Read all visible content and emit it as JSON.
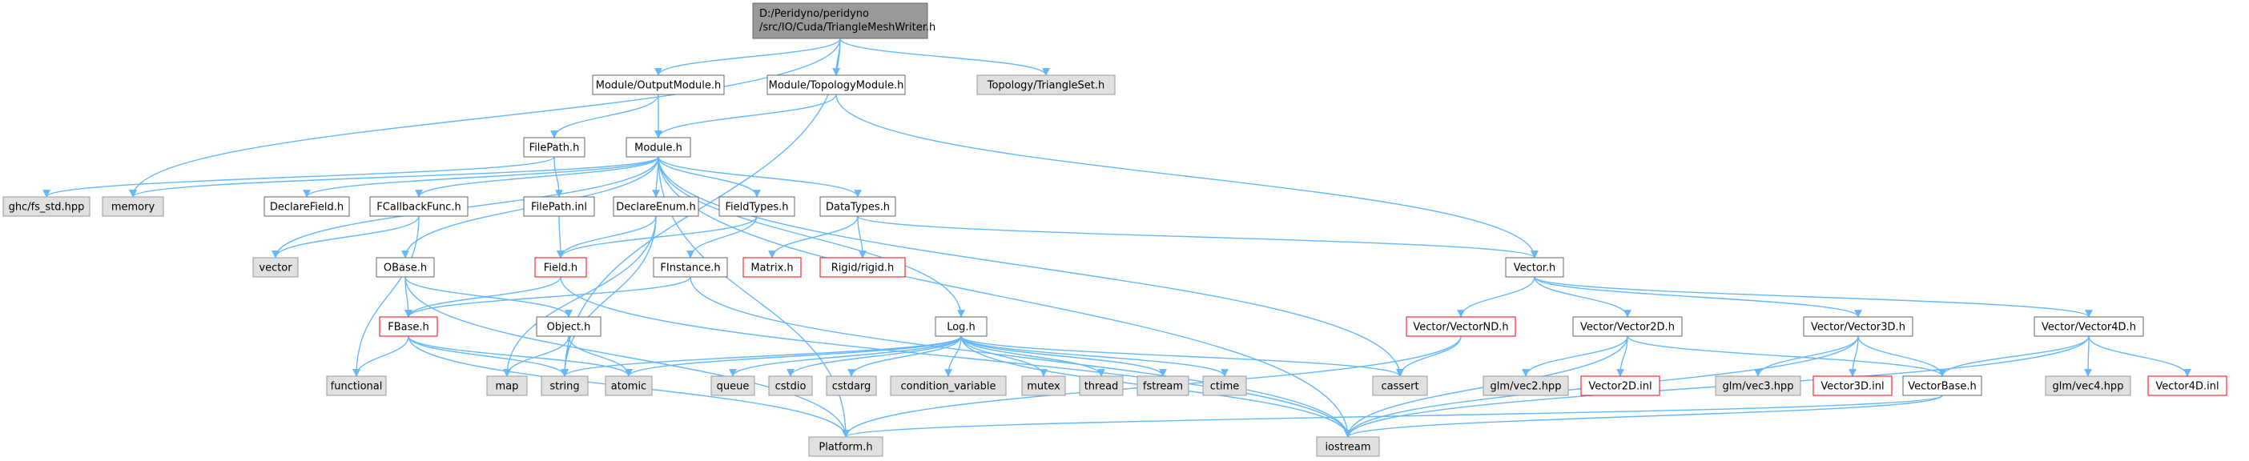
{
  "colors": {
    "edge": "#63b8ff",
    "box_white_fill": "#ffffff",
    "box_white_border": "#666666",
    "box_gray_fill": "#e0e0e0",
    "box_gray_border": "#999999",
    "box_red_border": "#ff0000",
    "box_root_fill": "#999999",
    "box_root_border": "#666666"
  },
  "nodes": [
    {
      "id": "root",
      "label": "D:/Peridyno/peridyno\n/src/IO/Cuda/TriangleMeshWriter.h",
      "style": "root"
    },
    {
      "id": "outputmodule",
      "label": "Module/OutputModule.h",
      "style": "white"
    },
    {
      "id": "topologymodule",
      "label": "Module/TopologyModule.h",
      "style": "white"
    },
    {
      "id": "triangleset",
      "label": "Topology/TriangleSet.h",
      "style": "gray"
    },
    {
      "id": "filepath_h",
      "label": "FilePath.h",
      "style": "white"
    },
    {
      "id": "module_h",
      "label": "Module.h",
      "style": "white"
    },
    {
      "id": "ghc_fs",
      "label": "ghc/fs_std.hpp",
      "style": "gray"
    },
    {
      "id": "memory",
      "label": "memory",
      "style": "gray"
    },
    {
      "id": "declarefield",
      "label": "DeclareField.h",
      "style": "white"
    },
    {
      "id": "fcallbackfunc",
      "label": "FCallbackFunc.h",
      "style": "white"
    },
    {
      "id": "filepath_inl",
      "label": "FilePath.inl",
      "style": "white"
    },
    {
      "id": "declareenum",
      "label": "DeclareEnum.h",
      "style": "white"
    },
    {
      "id": "fieldtypes",
      "label": "FieldTypes.h",
      "style": "white"
    },
    {
      "id": "datatypes",
      "label": "DataTypes.h",
      "style": "white"
    },
    {
      "id": "vector_std",
      "label": "vector",
      "style": "gray"
    },
    {
      "id": "obase",
      "label": "OBase.h",
      "style": "white"
    },
    {
      "id": "field_h",
      "label": "Field.h",
      "style": "red"
    },
    {
      "id": "finstance",
      "label": "FInstance.h",
      "style": "white"
    },
    {
      "id": "matrix_h",
      "label": "Matrix.h",
      "style": "red"
    },
    {
      "id": "rigid_h",
      "label": "Rigid/rigid.h",
      "style": "red"
    },
    {
      "id": "vector_h",
      "label": "Vector.h",
      "style": "white"
    },
    {
      "id": "fbase",
      "label": "FBase.h",
      "style": "red"
    },
    {
      "id": "object_h",
      "label": "Object.h",
      "style": "white"
    },
    {
      "id": "log_h",
      "label": "Log.h",
      "style": "white"
    },
    {
      "id": "vectornd",
      "label": "Vector/VectorND.h",
      "style": "red"
    },
    {
      "id": "vector2d",
      "label": "Vector/Vector2D.h",
      "style": "white"
    },
    {
      "id": "vector3d",
      "label": "Vector/Vector3D.h",
      "style": "white"
    },
    {
      "id": "vector4d",
      "label": "Vector/Vector4D.h",
      "style": "white"
    },
    {
      "id": "functional",
      "label": "functional",
      "style": "gray"
    },
    {
      "id": "map",
      "label": "map",
      "style": "gray"
    },
    {
      "id": "string",
      "label": "string",
      "style": "gray"
    },
    {
      "id": "atomic",
      "label": "atomic",
      "style": "gray"
    },
    {
      "id": "queue",
      "label": "queue",
      "style": "gray"
    },
    {
      "id": "cstdio",
      "label": "cstdio",
      "style": "gray"
    },
    {
      "id": "cstdarg",
      "label": "cstdarg",
      "style": "gray"
    },
    {
      "id": "condvar",
      "label": "condition_variable",
      "style": "gray"
    },
    {
      "id": "mutex",
      "label": "mutex",
      "style": "gray"
    },
    {
      "id": "thread",
      "label": "thread",
      "style": "gray"
    },
    {
      "id": "fstream",
      "label": "fstream",
      "style": "gray"
    },
    {
      "id": "ctime",
      "label": "ctime",
      "style": "gray"
    },
    {
      "id": "cassert",
      "label": "cassert",
      "style": "gray"
    },
    {
      "id": "glm_vec2",
      "label": "glm/vec2.hpp",
      "style": "gray"
    },
    {
      "id": "vector2d_inl",
      "label": "Vector2D.inl",
      "style": "red"
    },
    {
      "id": "glm_vec3",
      "label": "glm/vec3.hpp",
      "style": "gray"
    },
    {
      "id": "vector3d_inl",
      "label": "Vector3D.inl",
      "style": "red"
    },
    {
      "id": "vectorbase",
      "label": "VectorBase.h",
      "style": "white"
    },
    {
      "id": "glm_vec4",
      "label": "glm/vec4.hpp",
      "style": "gray"
    },
    {
      "id": "vector4d_inl",
      "label": "Vector4D.inl",
      "style": "red"
    },
    {
      "id": "platform",
      "label": "Platform.h",
      "style": "gray"
    },
    {
      "id": "iostream",
      "label": "iostream",
      "style": "gray"
    }
  ],
  "edges": [
    [
      "root",
      "outputmodule"
    ],
    [
      "root",
      "topologymodule"
    ],
    [
      "root",
      "triangleset"
    ],
    [
      "root",
      "memory"
    ],
    [
      "root",
      "string"
    ],
    [
      "outputmodule",
      "filepath_h"
    ],
    [
      "outputmodule",
      "module_h"
    ],
    [
      "topologymodule",
      "module_h"
    ],
    [
      "topologymodule",
      "vector_h"
    ],
    [
      "filepath_h",
      "ghc_fs"
    ],
    [
      "filepath_h",
      "filepath_inl"
    ],
    [
      "module_h",
      "memory"
    ],
    [
      "module_h",
      "declarefield"
    ],
    [
      "module_h",
      "fcallbackfunc"
    ],
    [
      "module_h",
      "declareenum"
    ],
    [
      "module_h",
      "fieldtypes"
    ],
    [
      "module_h",
      "datatypes"
    ],
    [
      "module_h",
      "vector_std"
    ],
    [
      "module_h",
      "obase"
    ],
    [
      "module_h",
      "log_h"
    ],
    [
      "module_h",
      "cassert"
    ],
    [
      "module_h",
      "platform"
    ],
    [
      "module_h",
      "iostream"
    ],
    [
      "fcallbackfunc",
      "vector_std"
    ],
    [
      "fcallbackfunc",
      "functional"
    ],
    [
      "filepath_inl",
      "field_h"
    ],
    [
      "declareenum",
      "field_h"
    ],
    [
      "declareenum",
      "map"
    ],
    [
      "declareenum",
      "string"
    ],
    [
      "fieldtypes",
      "field_h"
    ],
    [
      "fieldtypes",
      "finstance"
    ],
    [
      "datatypes",
      "matrix_h"
    ],
    [
      "datatypes",
      "rigid_h"
    ],
    [
      "datatypes",
      "vector_h"
    ],
    [
      "obase",
      "fbase"
    ],
    [
      "obase",
      "object_h"
    ],
    [
      "obase",
      "platform"
    ],
    [
      "field_h",
      "fbase"
    ],
    [
      "field_h",
      "iostream"
    ],
    [
      "finstance",
      "fbase"
    ],
    [
      "finstance",
      "iostream"
    ],
    [
      "fbase",
      "functional"
    ],
    [
      "fbase",
      "string"
    ],
    [
      "fbase",
      "atomic"
    ],
    [
      "fbase",
      "platform"
    ],
    [
      "object_h",
      "map"
    ],
    [
      "object_h",
      "string"
    ],
    [
      "object_h",
      "atomic"
    ],
    [
      "log_h",
      "string"
    ],
    [
      "log_h",
      "atomic"
    ],
    [
      "log_h",
      "queue"
    ],
    [
      "log_h",
      "cstdio"
    ],
    [
      "log_h",
      "cstdarg"
    ],
    [
      "log_h",
      "condvar"
    ],
    [
      "log_h",
      "mutex"
    ],
    [
      "log_h",
      "thread"
    ],
    [
      "log_h",
      "fstream"
    ],
    [
      "log_h",
      "ctime"
    ],
    [
      "log_h",
      "cassert"
    ],
    [
      "log_h",
      "iostream"
    ],
    [
      "vector_h",
      "vectornd"
    ],
    [
      "vector_h",
      "vector2d"
    ],
    [
      "vector_h",
      "vector3d"
    ],
    [
      "vector_h",
      "vector4d"
    ],
    [
      "vectornd",
      "cassert"
    ],
    [
      "vectornd",
      "platform"
    ],
    [
      "vector2d",
      "glm_vec2"
    ],
    [
      "vector2d",
      "vector2d_inl"
    ],
    [
      "vector2d",
      "vectorbase"
    ],
    [
      "vector2d",
      "iostream"
    ],
    [
      "vector3d",
      "glm_vec3"
    ],
    [
      "vector3d",
      "vector3d_inl"
    ],
    [
      "vector3d",
      "vectorbase"
    ],
    [
      "vector3d",
      "iostream"
    ],
    [
      "vector4d",
      "vectorbase"
    ],
    [
      "vector4d",
      "glm_vec4"
    ],
    [
      "vector4d",
      "vector4d_inl"
    ],
    [
      "vector4d",
      "iostream"
    ],
    [
      "vectorbase",
      "platform"
    ],
    [
      "vectorbase",
      "iostream"
    ]
  ]
}
